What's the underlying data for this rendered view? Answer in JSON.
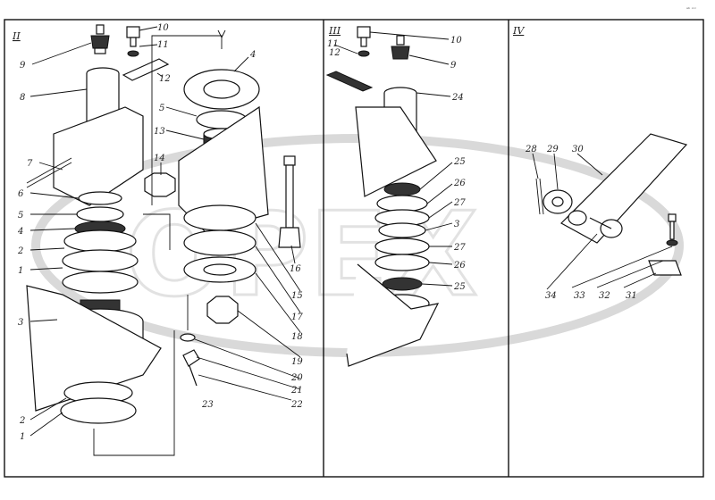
{
  "diagram": {
    "watermark_text": "OPEX",
    "corner_note": "ᵃᵇ ᶜᶜᶜ",
    "sections": [
      {
        "numeral": "II"
      },
      {
        "numeral": "III"
      },
      {
        "numeral": "IV"
      }
    ],
    "callouts": [
      {
        "id": "s2-9",
        "text": "9"
      },
      {
        "id": "s2-10",
        "text": "10"
      },
      {
        "id": "s2-11",
        "text": "11"
      },
      {
        "id": "s2-12",
        "text": "12"
      },
      {
        "id": "s2-8",
        "text": "8"
      },
      {
        "id": "s2-7",
        "text": "7"
      },
      {
        "id": "s2-14",
        "text": "14"
      },
      {
        "id": "s2-6",
        "text": "6"
      },
      {
        "id": "s2-5a",
        "text": "5"
      },
      {
        "id": "s2-4a",
        "text": "4"
      },
      {
        "id": "s2-2a",
        "text": "2"
      },
      {
        "id": "s2-1a",
        "text": "1"
      },
      {
        "id": "s2-3",
        "text": "3"
      },
      {
        "id": "s2-2b",
        "text": "2"
      },
      {
        "id": "s2-1b",
        "text": "1"
      },
      {
        "id": "s2-4b",
        "text": "4"
      },
      {
        "id": "s2-5b",
        "text": "5"
      },
      {
        "id": "s2-13",
        "text": "13"
      },
      {
        "id": "s2-16",
        "text": "16"
      },
      {
        "id": "s2-15",
        "text": "15"
      },
      {
        "id": "s2-17",
        "text": "17"
      },
      {
        "id": "s2-18",
        "text": "18"
      },
      {
        "id": "s2-19",
        "text": "19"
      },
      {
        "id": "s2-20",
        "text": "20"
      },
      {
        "id": "s2-21",
        "text": "21"
      },
      {
        "id": "s2-22",
        "text": "22"
      },
      {
        "id": "s2-23",
        "text": "23"
      },
      {
        "id": "s3-11",
        "text": "11"
      },
      {
        "id": "s3-12",
        "text": "12"
      },
      {
        "id": "s3-10",
        "text": "10"
      },
      {
        "id": "s3-9",
        "text": "9"
      },
      {
        "id": "s3-24",
        "text": "24"
      },
      {
        "id": "s3-25a",
        "text": "25"
      },
      {
        "id": "s3-26a",
        "text": "26"
      },
      {
        "id": "s3-27a",
        "text": "27"
      },
      {
        "id": "s3-3",
        "text": "3"
      },
      {
        "id": "s3-27b",
        "text": "27"
      },
      {
        "id": "s3-26b",
        "text": "26"
      },
      {
        "id": "s3-25b",
        "text": "25"
      },
      {
        "id": "s4-28",
        "text": "28"
      },
      {
        "id": "s4-29",
        "text": "29"
      },
      {
        "id": "s4-30",
        "text": "30"
      },
      {
        "id": "s4-34",
        "text": "34"
      },
      {
        "id": "s4-33",
        "text": "33"
      },
      {
        "id": "s4-32",
        "text": "32"
      },
      {
        "id": "s4-31",
        "text": "31"
      }
    ]
  }
}
